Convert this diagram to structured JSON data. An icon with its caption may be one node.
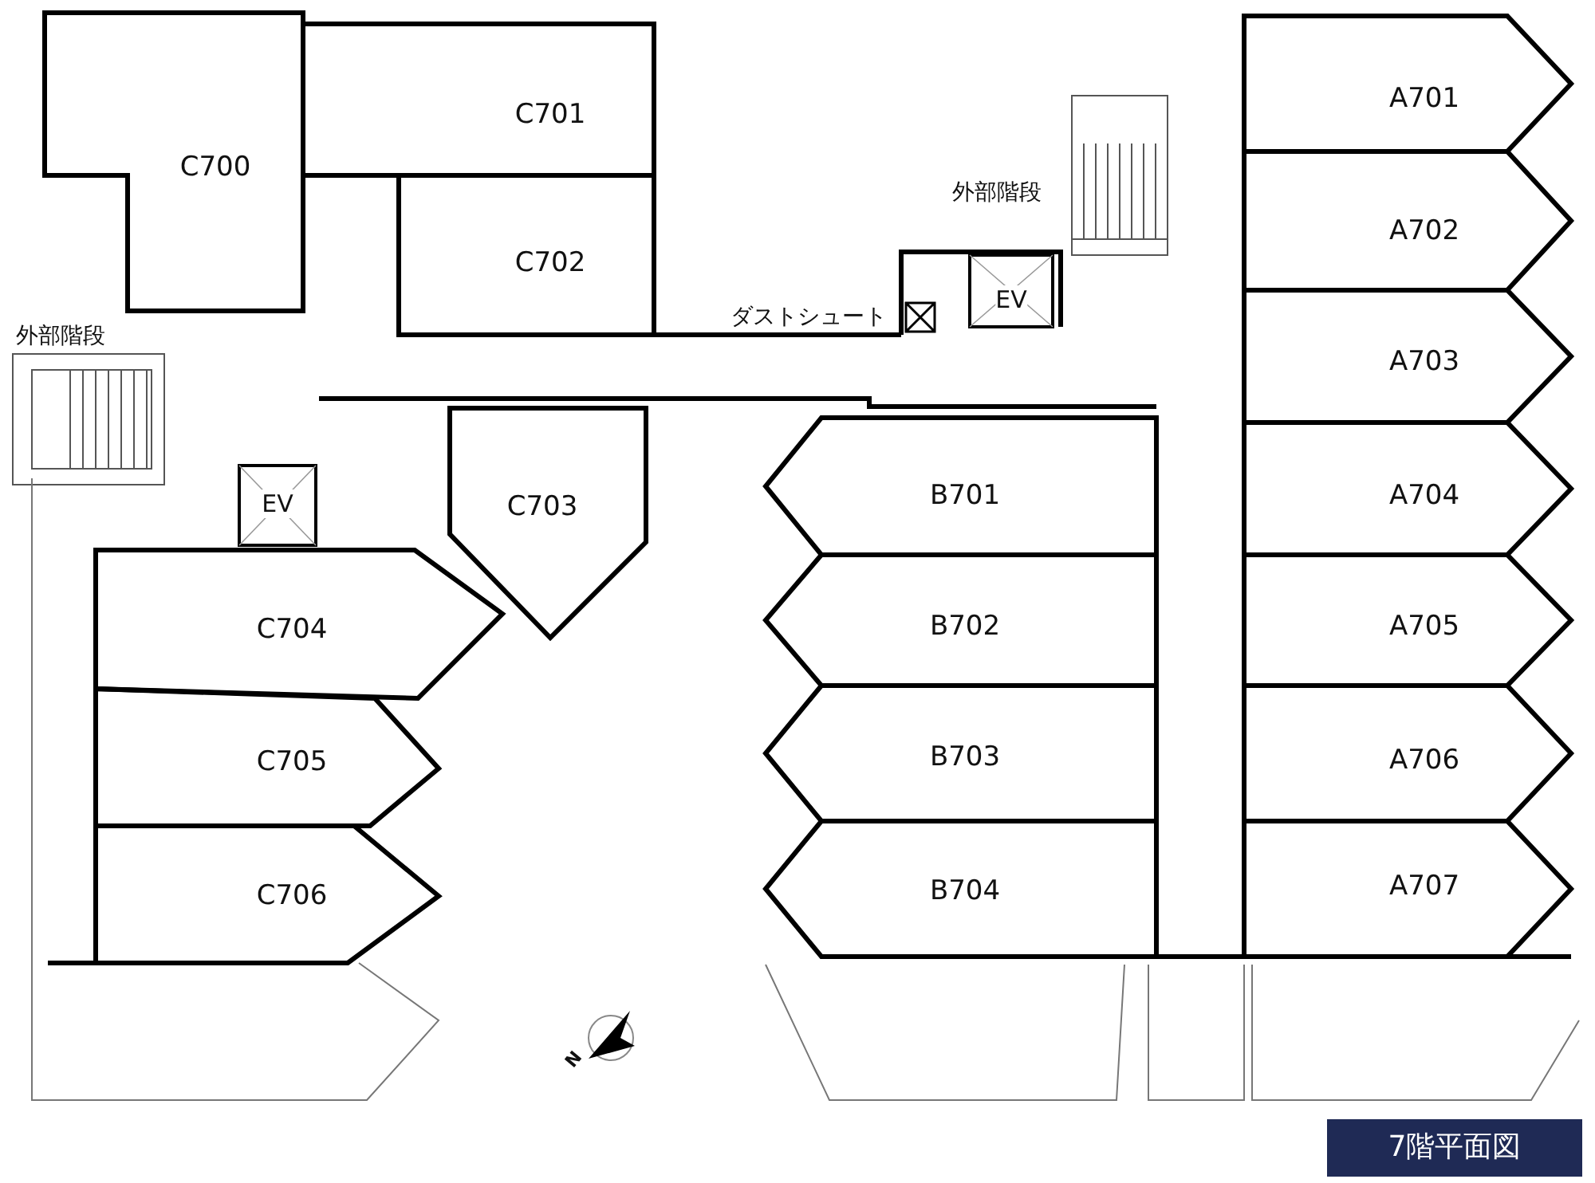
{
  "diagram": {
    "caption": "7階平面図",
    "nodes": [
      {
        "text": [
          "C700"
        ]
      },
      {
        "text": [
          "C701"
        ]
      },
      {
        "text": [
          "C702"
        ]
      },
      {
        "text": [
          "EV"
        ]
      },
      {
        "text": [
          "A701"
        ]
      },
      {
        "text": [
          "A702"
        ]
      },
      {
        "text": [
          "A703"
        ]
      },
      {
        "text": [
          "EV"
        ]
      },
      {
        "text": [
          "C703"
        ]
      },
      {
        "text": [
          "B701"
        ]
      },
      {
        "text": [
          "A704"
        ]
      },
      {
        "text": [
          "C704"
        ]
      },
      {
        "text": [
          "B702"
        ]
      },
      {
        "text": [
          "A705"
        ]
      },
      {
        "text": [
          "C705"
        ]
      },
      {
        "text": [
          "B703"
        ]
      },
      {
        "text": [
          "A706"
        ]
      },
      {
        "text": [
          "C706"
        ]
      },
      {
        "text": [
          "B704"
        ]
      },
      {
        "text": [
          "A707"
        ]
      }
    ],
    "labels": [
      "外部階段",
      "外部階段",
      "ダストシュート",
      "N"
    ]
  }
}
